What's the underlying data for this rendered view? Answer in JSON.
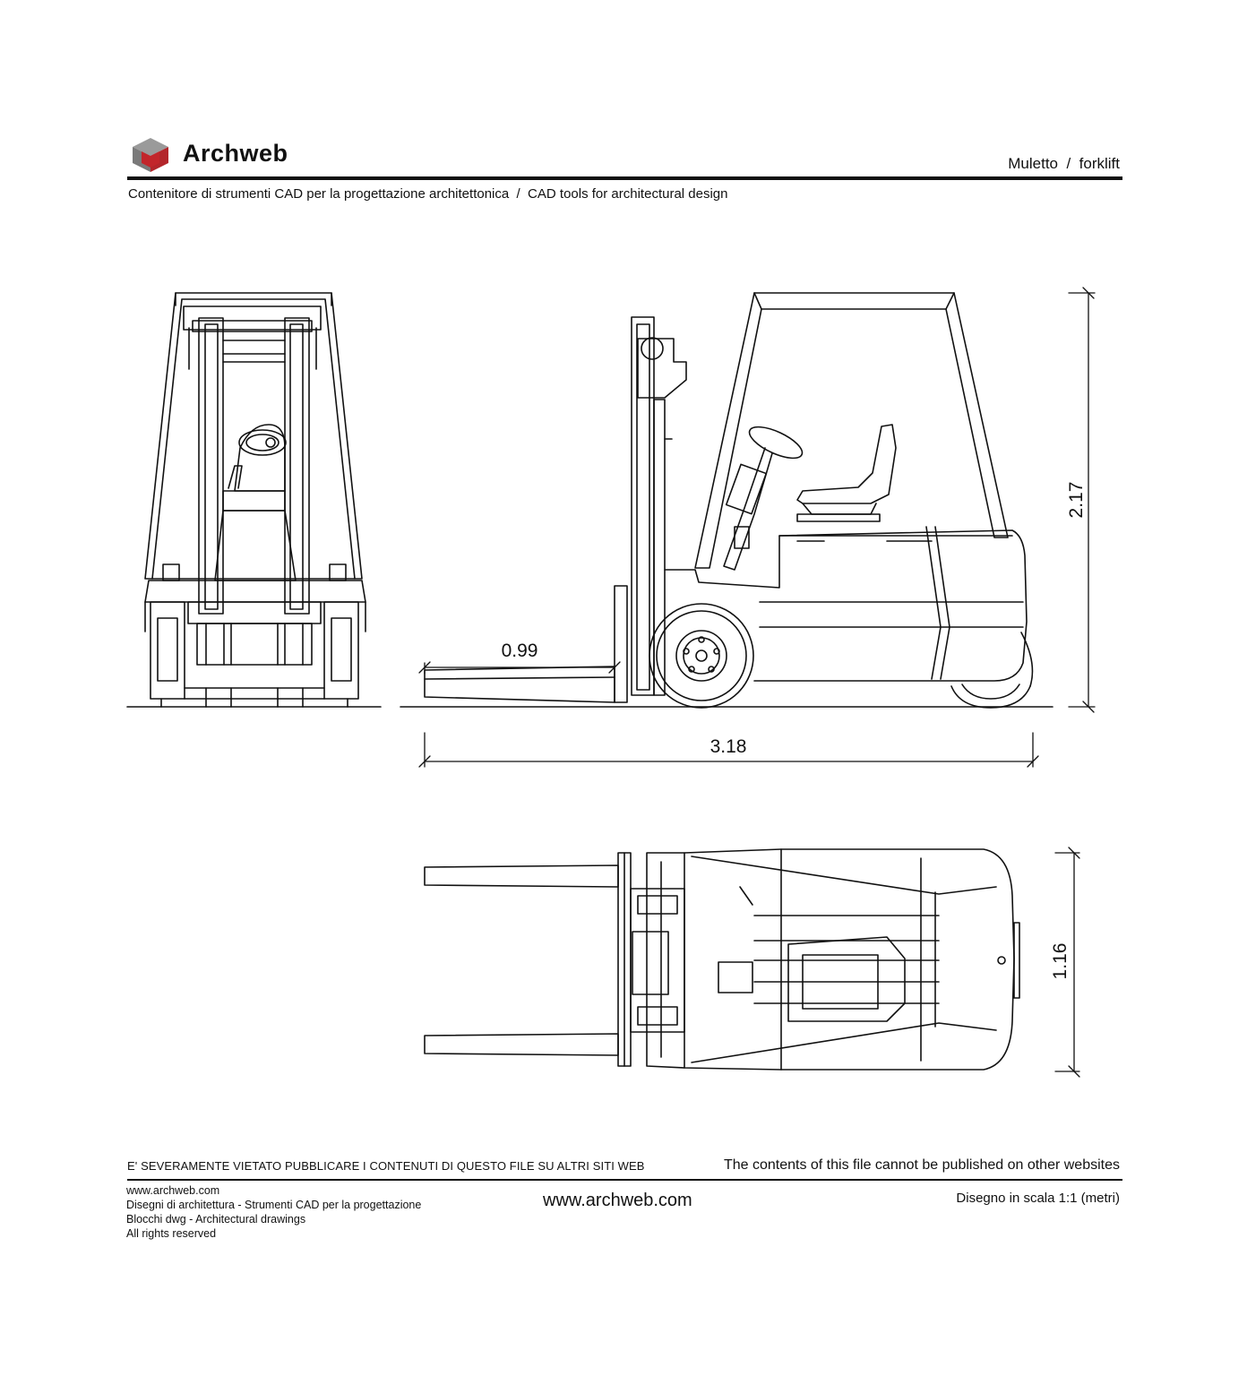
{
  "header": {
    "logo_text": "Archweb",
    "logo_icon": "cube-logo-icon",
    "title_it": "Muletto",
    "title_sep": "/",
    "title_en": "forklift",
    "tagline": "Contenitore di strumenti CAD per la progettazione architettonica  /  CAD tools for architectural design"
  },
  "drawing": {
    "dim_fork_length": "0.99",
    "dim_total_length": "3.18",
    "dim_height": "2.17",
    "dim_width": "1.16"
  },
  "footer": {
    "warning_it": "E' SEVERAMENTE VIETATO PUBBLICARE I CONTENUTI DI QUESTO FILE SU ALTRI SITI WEB",
    "warning_en": "The contents of this file cannot be published on other websites",
    "info_lines": [
      "www.archweb.com",
      "Disegni di architettura - Strumenti CAD  per la progettazione",
      "Blocchi dwg - Architectural drawings",
      "All rights reserved"
    ],
    "site_url": "www.archweb.com",
    "scale_note": "Disegno in scala 1:1 (metri)"
  },
  "colors": {
    "ink": "#111111",
    "logo_red": "#b3262b",
    "logo_grey": "#8a8a8a"
  }
}
